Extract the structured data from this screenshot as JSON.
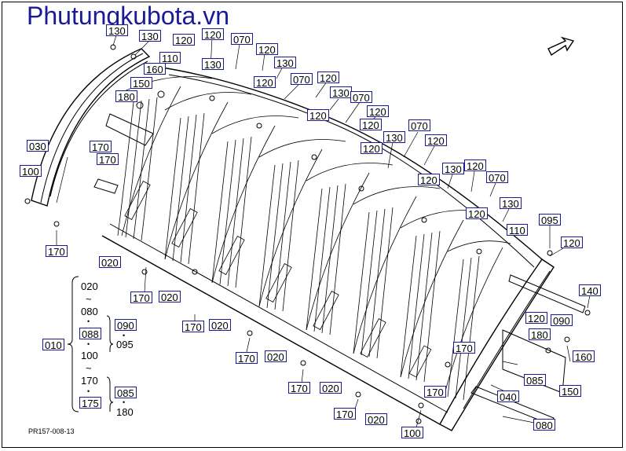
{
  "watermark": "Phutungkubota.vn",
  "figure_code": "PR157-008-13",
  "callouts": [
    {
      "id": "c1",
      "text": "130"
    },
    {
      "id": "c2",
      "text": "130"
    },
    {
      "id": "c3",
      "text": "120"
    },
    {
      "id": "c4",
      "text": "120"
    },
    {
      "id": "c5",
      "text": "070"
    },
    {
      "id": "c6",
      "text": "110"
    },
    {
      "id": "c7",
      "text": "130"
    },
    {
      "id": "c8",
      "text": "120"
    },
    {
      "id": "c9",
      "text": "160"
    },
    {
      "id": "c10",
      "text": "130"
    },
    {
      "id": "c11",
      "text": "150"
    },
    {
      "id": "c12",
      "text": "120"
    },
    {
      "id": "c13",
      "text": "070"
    },
    {
      "id": "c14",
      "text": "120"
    },
    {
      "id": "c15",
      "text": "180"
    },
    {
      "id": "c16",
      "text": "130"
    },
    {
      "id": "c17",
      "text": "070"
    },
    {
      "id": "c18",
      "text": "120"
    },
    {
      "id": "c19",
      "text": "120"
    },
    {
      "id": "c20",
      "text": "070"
    },
    {
      "id": "c21",
      "text": "030"
    },
    {
      "id": "c22",
      "text": "170"
    },
    {
      "id": "c23",
      "text": "120"
    },
    {
      "id": "c24",
      "text": "130"
    },
    {
      "id": "c25",
      "text": "120"
    },
    {
      "id": "c26",
      "text": "170"
    },
    {
      "id": "c27",
      "text": "100"
    },
    {
      "id": "c28",
      "text": "130"
    },
    {
      "id": "c29",
      "text": "120"
    },
    {
      "id": "c30",
      "text": "120"
    },
    {
      "id": "c31",
      "text": "070"
    },
    {
      "id": "c32",
      "text": "120"
    },
    {
      "id": "c33",
      "text": "130"
    },
    {
      "id": "c34",
      "text": "120"
    },
    {
      "id": "c35",
      "text": "095"
    },
    {
      "id": "c36",
      "text": "120"
    },
    {
      "id": "c37",
      "text": "110"
    },
    {
      "id": "c38",
      "text": "170"
    },
    {
      "id": "c39",
      "text": "020"
    },
    {
      "id": "c40",
      "text": "170"
    },
    {
      "id": "c41",
      "text": "020"
    },
    {
      "id": "c42",
      "text": "140"
    },
    {
      "id": "c43",
      "text": "120"
    },
    {
      "id": "c44",
      "text": "090"
    },
    {
      "id": "c45",
      "text": "170"
    },
    {
      "id": "c46",
      "text": "020"
    },
    {
      "id": "c47",
      "text": "180"
    },
    {
      "id": "c48",
      "text": "160"
    },
    {
      "id": "c49",
      "text": "170"
    },
    {
      "id": "c50",
      "text": "170"
    },
    {
      "id": "c51",
      "text": "020"
    },
    {
      "id": "c52",
      "text": "085"
    },
    {
      "id": "c53",
      "text": "170"
    },
    {
      "id": "c54",
      "text": "020"
    },
    {
      "id": "c55",
      "text": "040"
    },
    {
      "id": "c56",
      "text": "150"
    },
    {
      "id": "c57",
      "text": "170"
    },
    {
      "id": "c58",
      "text": "170"
    },
    {
      "id": "c59",
      "text": "020"
    },
    {
      "id": "c60",
      "text": "100"
    },
    {
      "id": "c61",
      "text": "080"
    }
  ],
  "legend": {
    "main": "010",
    "plain_items": {
      "p020": "020",
      "p080": "080",
      "p100": "100",
      "p170": "170",
      "p095": "095",
      "p180": "180"
    },
    "boxed_items": {
      "b088": "088",
      "b090": "090",
      "b175": "175",
      "b085": "085"
    },
    "range_mark": "~",
    "dot_mark": "•"
  }
}
